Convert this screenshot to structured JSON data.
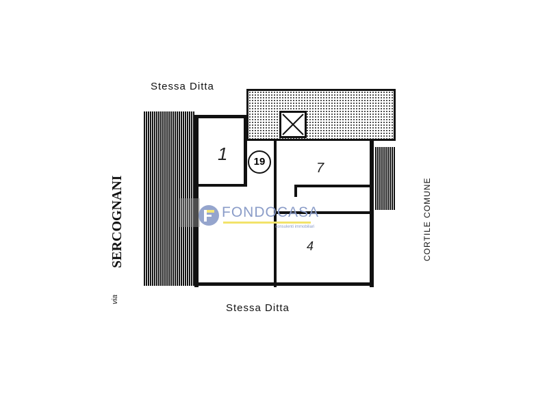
{
  "labels": {
    "top_neighbor": "Stessa Ditta",
    "bottom_neighbor": "Stessa Ditta",
    "street_prefix": "via",
    "street_name": "SERCOGNANI",
    "courtyard": "CORTILE COMUNE",
    "unit_number": "19"
  },
  "rooms": [
    "1",
    "7",
    "4"
  ],
  "watermark": {
    "brand": "FONDOCASA",
    "tagline": "consulenti immobiliari",
    "colors": {
      "brand": "#8a9cc8",
      "accent": "#f2e36a"
    }
  }
}
